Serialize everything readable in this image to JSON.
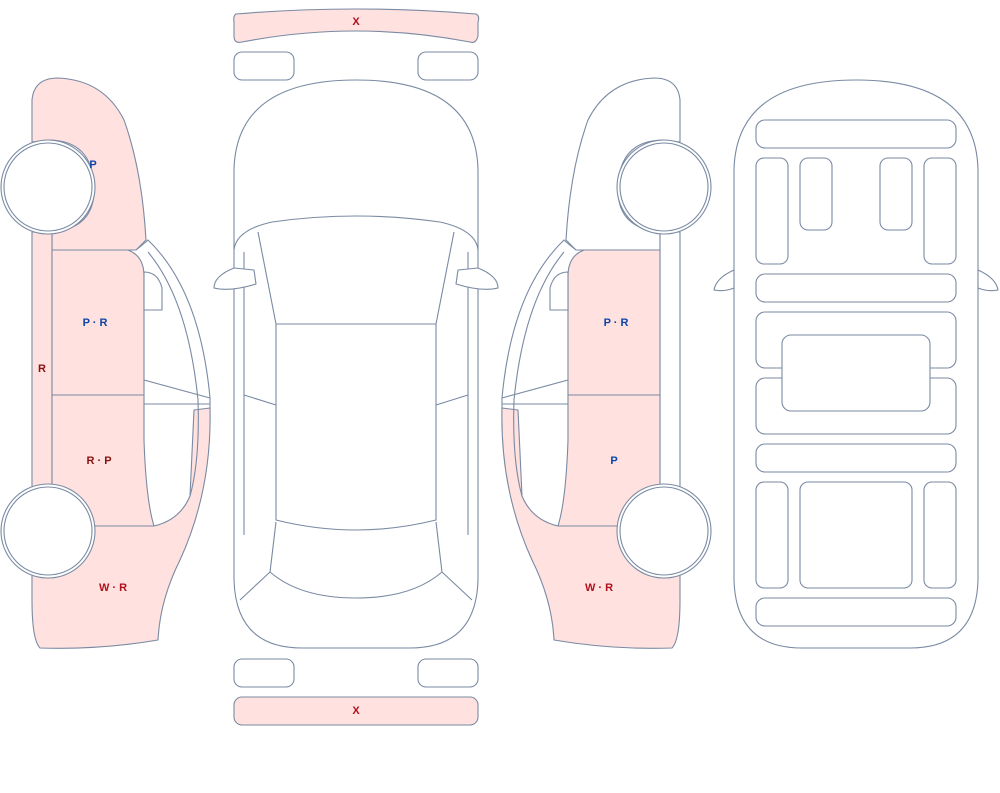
{
  "colors": {
    "outline": "#7a8aa3",
    "damaged_fill": "#ffe1df",
    "code_blue": "#0b44a6",
    "code_red": "#b0101c",
    "code_dark_red": "#8a1010"
  },
  "labels": {
    "front_bumper": "X",
    "rear_bumper": "X",
    "left_fender": "P",
    "left_rocker": "R",
    "left_front_door": "P · R",
    "left_rear_door": "R · P",
    "left_quarter": "W · R",
    "right_front_door": "P · R",
    "right_rear_door": "P",
    "right_quarter": "W · R"
  }
}
